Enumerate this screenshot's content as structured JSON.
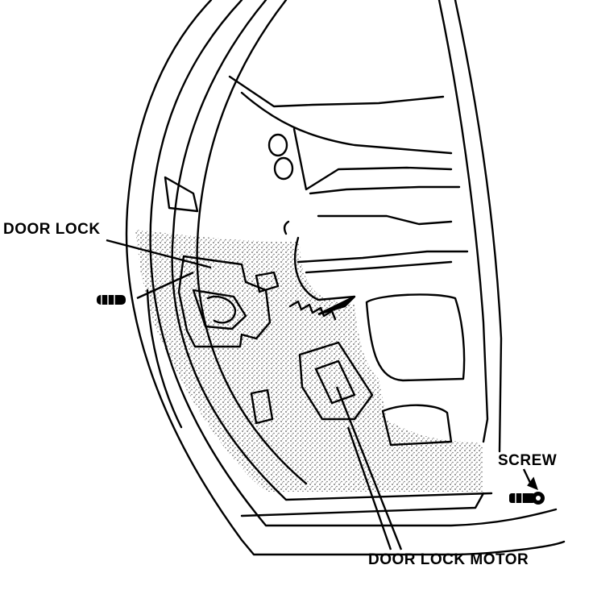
{
  "labels": {
    "door_lock": "DOOR LOCK",
    "screw": "SCREW",
    "door_lock_motor": "DOOR LOCK MOTOR"
  },
  "colors": {
    "ink": "#000000",
    "paper": "#ffffff",
    "shading": "#bdbdbd"
  }
}
